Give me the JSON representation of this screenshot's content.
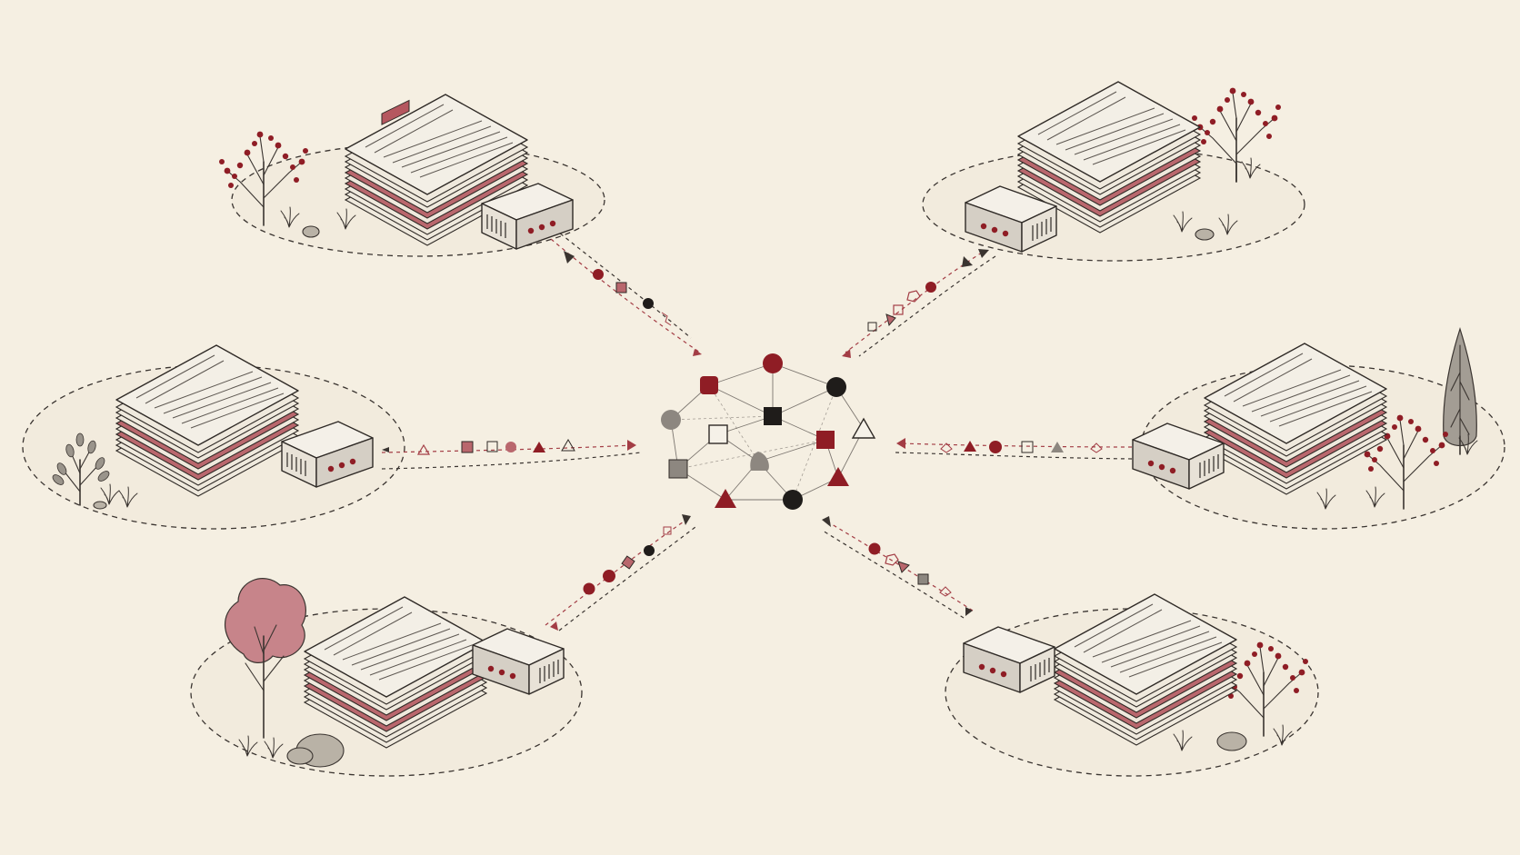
{
  "colors": {
    "background": "#f5efe2",
    "ink": "#2f2a26",
    "accent_red": "#8f1d25",
    "accent_pink": "#b9676d",
    "grey": "#8d8780",
    "dark": "#1f1c1a"
  },
  "nodes": [
    {
      "name": "client-top-left",
      "tree": "berry-bush",
      "link_direction": "to-center"
    },
    {
      "name": "client-top-right",
      "tree": "berry-tree",
      "link_direction": "both"
    },
    {
      "name": "client-middle-left",
      "tree": "grey-shrub",
      "link_direction": "to-center"
    },
    {
      "name": "client-middle-right",
      "tree": "cypress-and-berry-bush",
      "link_direction": "both"
    },
    {
      "name": "client-bottom-left",
      "tree": "pink-tree",
      "link_direction": "both"
    },
    {
      "name": "client-bottom-right",
      "tree": "berry-sapling",
      "link_direction": "both"
    }
  ],
  "hub": {
    "name": "central-mesh",
    "shapes": [
      {
        "shape": "square",
        "color": "#8f1d25"
      },
      {
        "shape": "circle",
        "color": "#8f1d25"
      },
      {
        "shape": "circle",
        "color": "#1f1c1a"
      },
      {
        "shape": "circle",
        "color": "#8d8780"
      },
      {
        "shape": "square-outline",
        "color": "#2f2a26"
      },
      {
        "shape": "square",
        "color": "#1f1c1a"
      },
      {
        "shape": "square",
        "color": "#8f1d25"
      },
      {
        "shape": "triangle-outline",
        "color": "#2f2a26"
      },
      {
        "shape": "square",
        "color": "#8d8780"
      },
      {
        "shape": "leaf",
        "color": "#8d8780"
      },
      {
        "shape": "triangle",
        "color": "#8f1d25"
      },
      {
        "shape": "triangle",
        "color": "#8f1d25"
      },
      {
        "shape": "circle",
        "color": "#1f1c1a"
      }
    ]
  }
}
